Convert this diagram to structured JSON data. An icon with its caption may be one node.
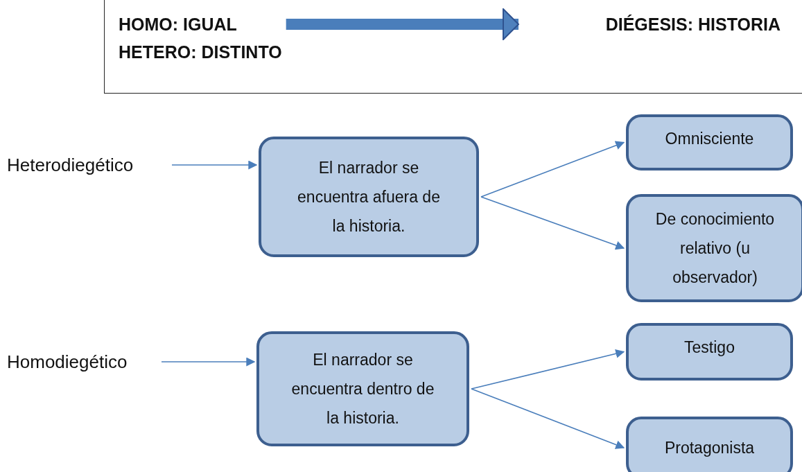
{
  "diagram": {
    "nodes": [
      {
        "text": [],
        "shape": "box"
      },
      {
        "text": [
          "HOMO: IGUAL HETERO: DISTINTO"
        ],
        "in": 0
      },
      {
        "text": [
          "DIÉGESIS: HISTORIA"
        ],
        "in": 0
      },
      {
        "text": [
          "Heterodiegético"
        ]
      },
      {
        "text": [
          "El narrador se encuentra afuera de la historia."
        ]
      },
      {
        "text": [
          "Omnisciente"
        ]
      },
      {
        "text": [
          "De conocimiento relativo (u observador)"
        ]
      },
      {
        "text": [
          "Homodiegético"
        ]
      },
      {
        "text": [
          "El narrador se encuentra dentro de la historia."
        ]
      },
      {
        "text": [
          "Testigo"
        ]
      },
      {
        "text": [
          "Protagonista"
        ]
      }
    ],
    "edges": [
      {
        "from": 1,
        "to": 2,
        "arrow": "to",
        "style": "thick"
      },
      {
        "from": 3,
        "to": 4,
        "arrow": "to"
      },
      {
        "from": 4,
        "to": 5,
        "arrow": "to"
      },
      {
        "from": 4,
        "to": 6,
        "arrow": "to"
      },
      {
        "from": 7,
        "to": 8,
        "arrow": "to"
      },
      {
        "from": 8,
        "to": 9,
        "arrow": "to"
      },
      {
        "from": 8,
        "to": 10,
        "arrow": "to"
      }
    ]
  }
}
